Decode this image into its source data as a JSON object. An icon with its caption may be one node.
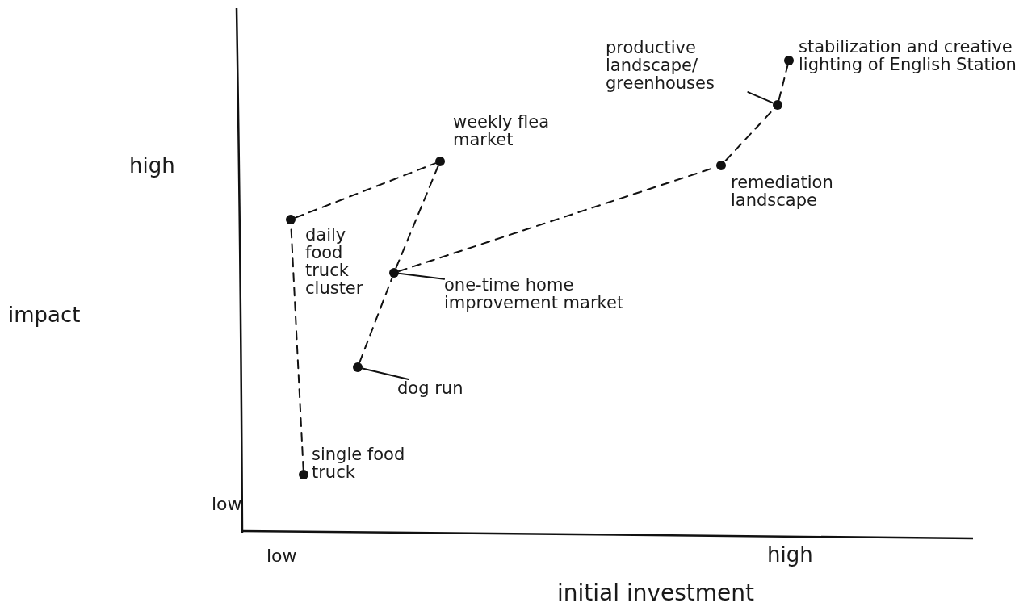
{
  "diagram": {
    "nodes": [
      {
        "text": [],
        "shape": "circle",
        "beside": [
          "stabilization and creative lighting of English Station"
        ]
      },
      {
        "text": [
          "productive landscape/ greenhouses"
        ]
      },
      {
        "text": [],
        "shape": "circle"
      },
      {
        "text": [],
        "shape": "circle",
        "beside": [
          "weekly flea market"
        ]
      },
      {
        "text": [],
        "shape": "circle",
        "beside": [
          "remediation landscape"
        ]
      },
      {
        "text": [],
        "shape": "circle",
        "beside": [
          "daily food truck cluster"
        ]
      },
      {
        "text": [],
        "shape": "circle"
      },
      {
        "text": [
          "one-time home improvement market"
        ]
      },
      {
        "text": [],
        "shape": "circle"
      },
      {
        "text": [
          "dog run"
        ]
      },
      {
        "text": [],
        "shape": "circle",
        "beside": [
          "single food truck"
        ]
      }
    ],
    "edges": [
      {
        "from": 10,
        "to": 5,
        "arrow": "none",
        "style": "dashed"
      },
      {
        "from": 5,
        "to": 3,
        "arrow": "none",
        "style": "dashed"
      },
      {
        "from": 3,
        "to": 6,
        "arrow": "none",
        "style": "dashed"
      },
      {
        "from": 8,
        "to": 6,
        "arrow": "none",
        "style": "dashed"
      },
      {
        "from": 6,
        "to": 4,
        "arrow": "none",
        "style": "dashed"
      },
      {
        "from": 4,
        "to": 2,
        "arrow": "none",
        "style": "dashed"
      },
      {
        "from": 2,
        "to": 0,
        "arrow": "none",
        "style": "dashed"
      },
      {
        "from": 7,
        "to": 6,
        "arrow": "none"
      },
      {
        "from": 9,
        "to": 8,
        "arrow": "none"
      },
      {
        "from": 1,
        "to": 2,
        "arrow": "none"
      }
    ],
    "labels": [
      "high",
      "impact",
      "low",
      "low",
      "high",
      "initial investment"
    ]
  }
}
